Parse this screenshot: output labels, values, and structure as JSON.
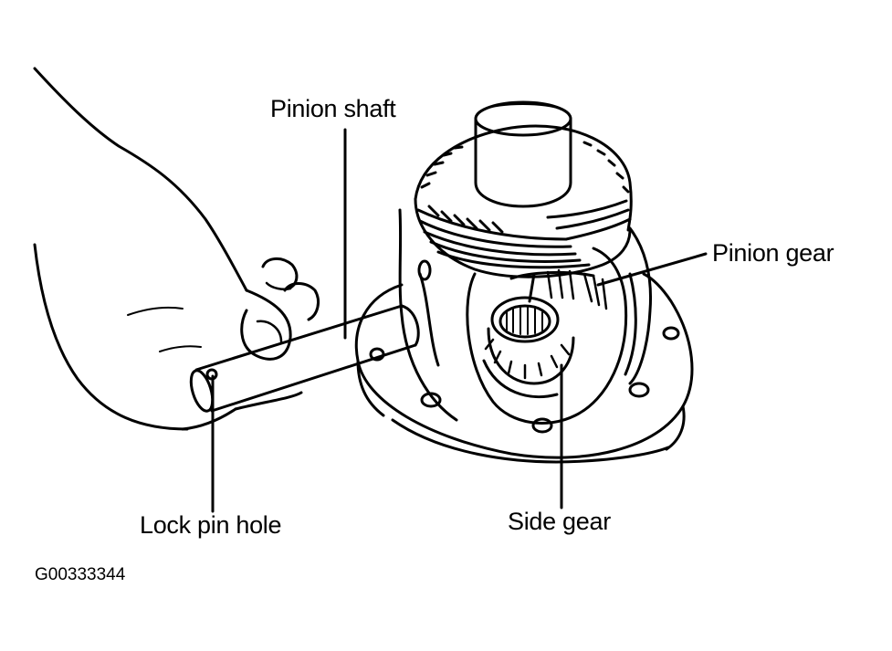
{
  "labels": {
    "pinion_shaft": "Pinion shaft",
    "pinion_gear": "Pinion gear",
    "lock_pin_hole": "Lock pin hole",
    "side_gear": "Side gear"
  },
  "figure_code": "G00333344",
  "colors": {
    "ink": "#000000",
    "paper": "#ffffff"
  }
}
